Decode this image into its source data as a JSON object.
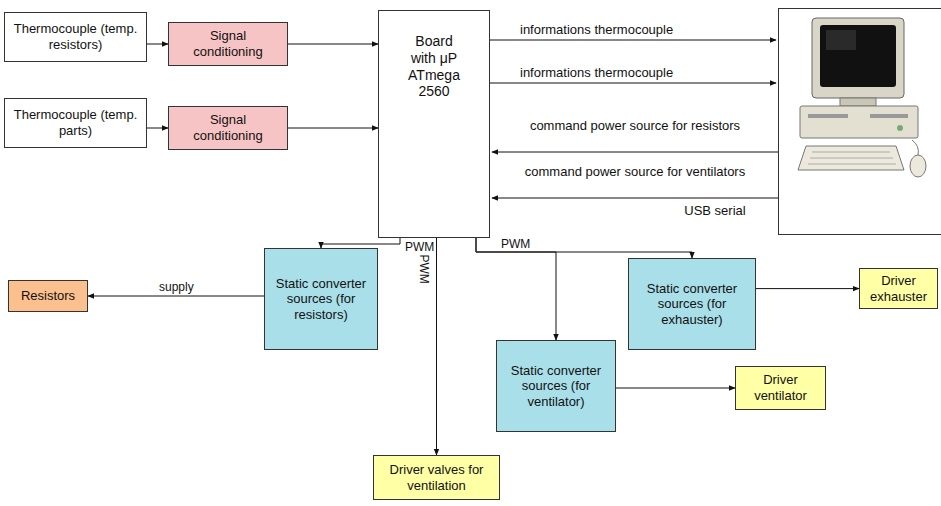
{
  "diagram": {
    "nodes": [
      {
        "text": [
          "Thermocouple (temp. resistors)"
        ]
      },
      {
        "text": [
          "Signal conditioning"
        ]
      },
      {
        "text": [
          "Board with μP ATmega 2560"
        ]
      },
      {
        "text": [
          "Thermocouple (temp. parts)"
        ]
      },
      {
        "text": [
          "Signal conditioning"
        ]
      },
      {
        "text": [
          "Resistors"
        ]
      },
      {
        "text": [
          "Static converter sources (for resistors)"
        ]
      },
      {
        "text": [
          "Static converter sources (for exhauster)"
        ]
      },
      {
        "text": [
          "Static converter sources (for ventilator)"
        ]
      },
      {
        "text": [
          "Driver exhauster"
        ]
      },
      {
        "text": [
          "Driver ventilator"
        ]
      },
      {
        "text": [
          "Driver valves for ventilation"
        ]
      }
    ],
    "edges": [
      {
        "from": 0,
        "to": 1,
        "arrow": "to"
      },
      {
        "from": 1,
        "to": 2,
        "arrow": "to"
      },
      {
        "from": 3,
        "to": 4,
        "arrow": "to"
      },
      {
        "from": 4,
        "to": 2,
        "arrow": "to"
      },
      {
        "from": 2,
        "to": 6,
        "label": "PWM",
        "arrow": "to"
      },
      {
        "from": 2,
        "to": 11,
        "label": "PWM",
        "arrow": "to"
      },
      {
        "from": 2,
        "to": 7,
        "label": "PWM",
        "arrow": "to"
      },
      {
        "from": 2,
        "to": 8,
        "arrow": "to"
      },
      {
        "from": 6,
        "to": 5,
        "label": "supply",
        "arrow": "to"
      },
      {
        "from": 7,
        "to": 9,
        "arrow": "to"
      },
      {
        "from": 8,
        "to": 10,
        "arrow": "to"
      }
    ],
    "labels": [
      "informations thermocouple",
      "informations thermocouple",
      "command power source for resistors",
      "command power source for ventilators",
      "USB serial"
    ]
  }
}
